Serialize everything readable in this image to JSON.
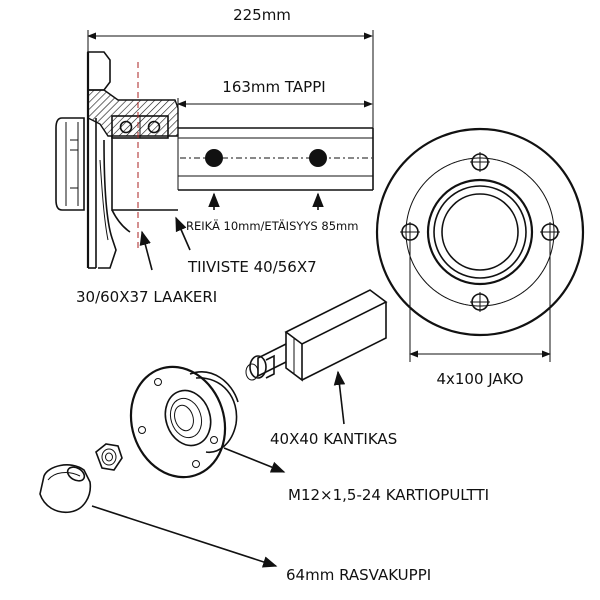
{
  "labels": {
    "overall_length": "225mm",
    "pin_length": "163mm TAPPI",
    "hole_spec": "REIKÄ 10mm/ETÄISYYS 85mm",
    "seal": "TIIVISTE 40/56X7",
    "bearing": "30/60X37 LAAKERI",
    "bolt_pattern": "4x100 JAKO",
    "square_axle": "40X40 KANTIKAS",
    "cone_bolt": "M12×1,5-24 KARTIOPULTTI",
    "grease_cap": "64mm RASVAKUPPI"
  },
  "colors": {
    "line": "#111111",
    "centerline": "#aa2222"
  }
}
